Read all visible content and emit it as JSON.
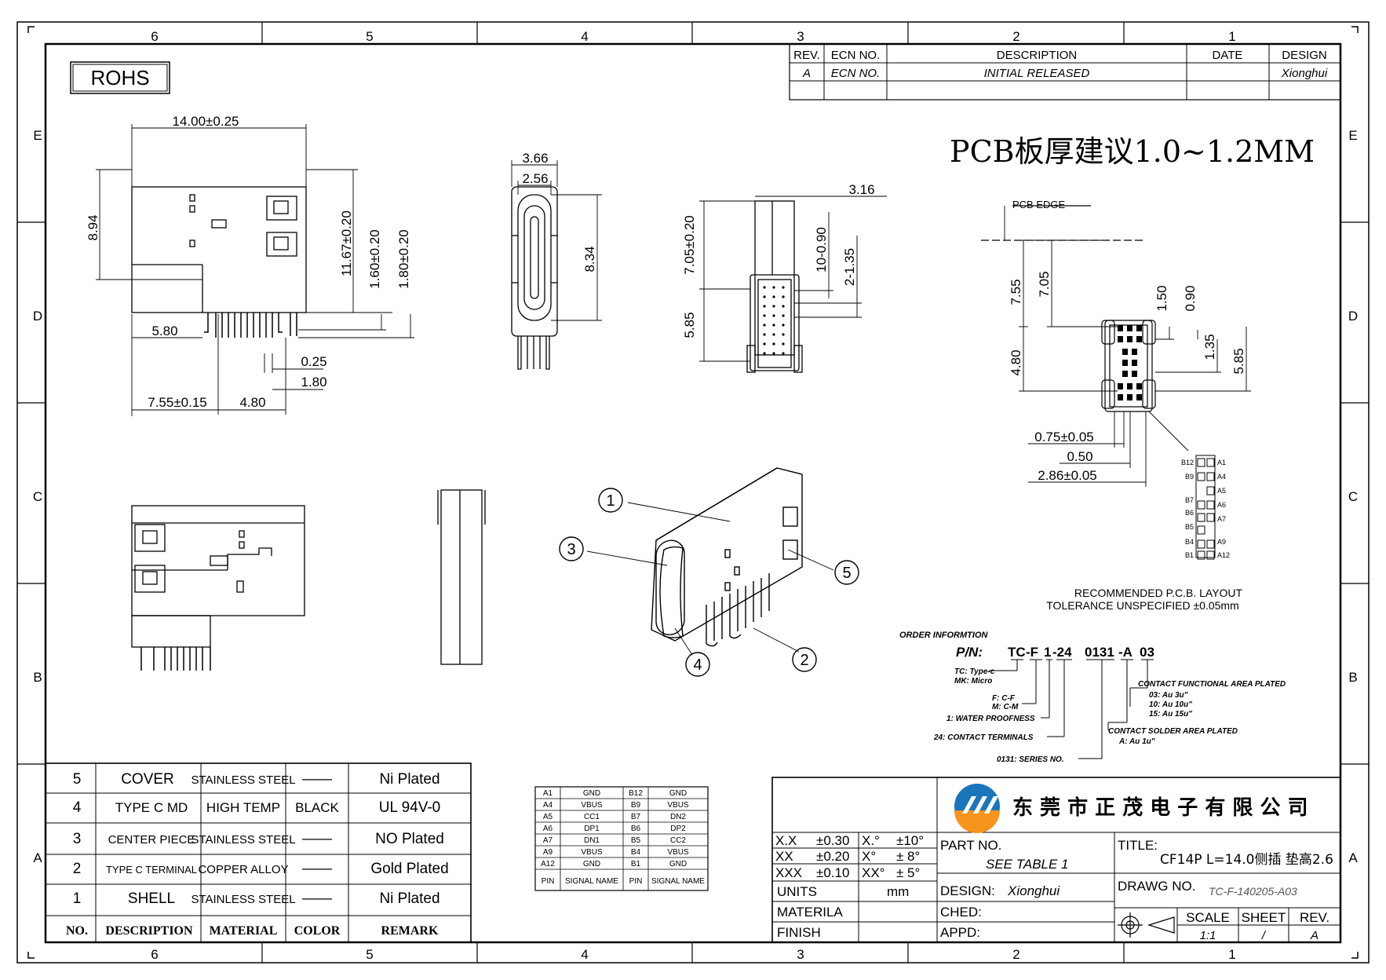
{
  "frame": {
    "columns": [
      "6",
      "5",
      "4",
      "3",
      "2",
      "1"
    ],
    "rows": [
      "E",
      "D",
      "C",
      "B",
      "A"
    ]
  },
  "rohs": "ROHS",
  "revision_table": {
    "headers": [
      "REV.",
      "ECN NO.",
      "DESCRIPTION",
      "DATE",
      "DESIGN"
    ],
    "row": [
      "A",
      "ECN NO.",
      "INITIAL RELEASED",
      "",
      "Xionghui"
    ]
  },
  "pcb_note": "PCB板厚建议1.0~1.2MM",
  "front_view": {
    "dims": [
      "14.00±0.25",
      "8.94",
      "11.67±0.20",
      "1.60±0.20",
      "1.80±0.20",
      "5.80",
      "0.25",
      "1.80",
      "7.55±0.15",
      "4.80"
    ]
  },
  "end_view": {
    "dims": [
      "3.66",
      "2.56",
      "8.34"
    ]
  },
  "side_view": {
    "dims": [
      "3.16",
      "7.05±0.20",
      "10-0.90",
      "2-1.35",
      "5.85"
    ]
  },
  "pcb_layout": {
    "edge_label": "PCB EDGE",
    "dims": [
      "7.55",
      "7.05",
      "4.80",
      "1.50",
      "0.90",
      "1.35",
      "5.85",
      "0.75±0.05",
      "0.50",
      "2.86±0.05"
    ],
    "pins_left": [
      "B12",
      "B9",
      "B7",
      "B6",
      "B5",
      "B4",
      "B1"
    ],
    "pins_right": [
      "A1",
      "A4",
      "A5",
      "A6",
      "A7",
      "A9",
      "A12"
    ],
    "note1": "RECOMMENDED P.C.B. LAYOUT",
    "note2": "TOLERANCE UNSPECIFIED ±0.05mm"
  },
  "balloons": [
    "1",
    "2",
    "3",
    "4",
    "5"
  ],
  "order_info": {
    "title": "ORDER INFORMTION",
    "pn_label": "P/N:",
    "pn_parts": [
      "TC",
      "-F",
      "1",
      "-24",
      "0131",
      "-A",
      "03"
    ],
    "tc": "TC: Type-c",
    "mk": "MK: Micro",
    "fc": "F: C-F",
    "mc": "M: C-M",
    "water": "1: WATER PROOFNESS",
    "terminals": "24: CONTACT TERMINALS",
    "series": "0131: SERIES NO.",
    "functional_title": "CONTACT FUNCTIONAL AREA PLATED",
    "functional_opts": [
      "03: Au 3u\"",
      "10: Au 10u\"",
      "15: Au 15u\""
    ],
    "solder_title": "CONTACT SOLDER AREA PLATED",
    "solder_opt": "A: Au 1u\""
  },
  "bom": {
    "rows": [
      [
        "5",
        "COVER",
        "STAINLESS STEEL",
        "——",
        "Ni Plated"
      ],
      [
        "4",
        "TYPE C MD",
        "HIGH TEMP",
        "BLACK",
        "UL 94V-0"
      ],
      [
        "3",
        "CENTER PIECE",
        "STAINLESS STEEL",
        "——",
        "NO Plated"
      ],
      [
        "2",
        "TYPE C TERMINAL",
        "COPPER ALLOY",
        "——",
        "Gold Plated"
      ],
      [
        "1",
        "SHELL",
        "STAINLESS STEEL",
        "——",
        "Ni Plated"
      ]
    ],
    "headers": [
      "NO.",
      "DESCRIPTION",
      "MATERIAL",
      "COLOR",
      "REMARK"
    ]
  },
  "signal_table": {
    "rows": [
      [
        "A1",
        "GND",
        "B12",
        "GND"
      ],
      [
        "A4",
        "VBUS",
        "B9",
        "VBUS"
      ],
      [
        "A5",
        "CC1",
        "B7",
        "DN2"
      ],
      [
        "A6",
        "DP1",
        "B6",
        "DP2"
      ],
      [
        "A7",
        "DN1",
        "B5",
        "CC2"
      ],
      [
        "A9",
        "VBUS",
        "B4",
        "VBUS"
      ],
      [
        "A12",
        "GND",
        "B1",
        "GND"
      ]
    ],
    "headers": [
      "PIN",
      "SIGNAL NAME",
      "PIN",
      "SIGNAL NAME"
    ]
  },
  "title_block": {
    "company": "东 莞 市 正 茂 电 子 有 限 公 司",
    "tolerances": [
      [
        "X.X",
        "±0.30",
        "X.°",
        "±10°"
      ],
      [
        "XX",
        "±0.20",
        "X°",
        "± 8°"
      ],
      [
        "XXX",
        "±0.10",
        "XX°",
        "± 5°"
      ]
    ],
    "units_label": "UNITS",
    "units_value": "mm",
    "materila": "MATERILA",
    "finish": "FINISH",
    "part_no_label": "PART NO.",
    "part_no_value": "SEE TABLE 1",
    "design_label": "DESIGN:",
    "design_value": "Xionghui",
    "ched": "CHED:",
    "appd": "APPD:",
    "title_label": "TITLE:",
    "title_value": "CF14P L=14.0侧插 垫高2.6",
    "drawg_label": "DRAWG NO.",
    "drawg_value": "TC-F-140205-A03",
    "scale_label": "SCALE",
    "scale_value": "1:1",
    "sheet_label": "SHEET",
    "sheet_value": "/",
    "rev_label": "REV.",
    "rev_value": "A"
  },
  "colors": {
    "logo_blue": "#1b75bb",
    "logo_orange": "#f7941d"
  }
}
